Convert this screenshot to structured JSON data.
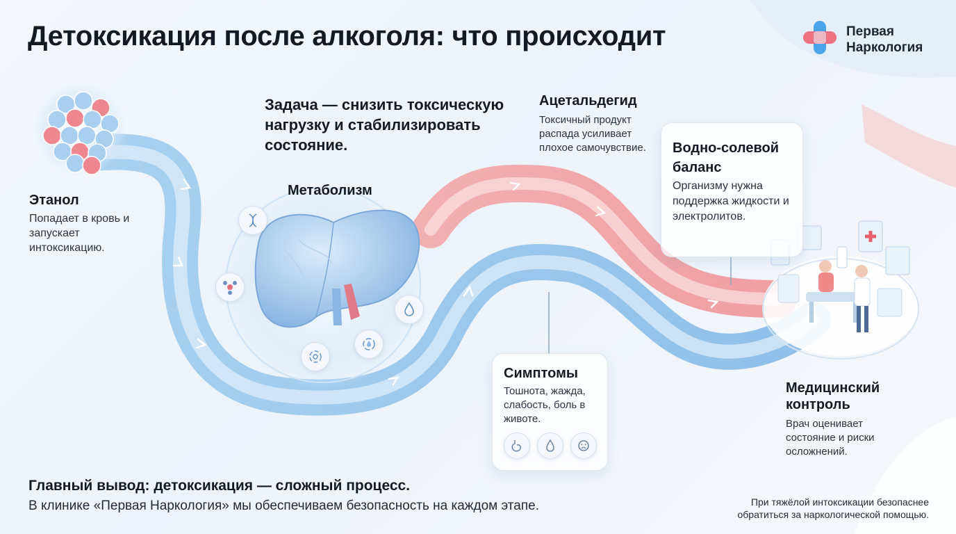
{
  "title": "Детоксикация после алкоголя: что происходит",
  "logo": {
    "line1": "Первая",
    "line2": "Наркология",
    "colors": {
      "blue": "#3b9be8",
      "red": "#ef5a6a"
    }
  },
  "task": {
    "text": "Задача — снизить токсическую нагрузку и стабилизировать состояние."
  },
  "stages": {
    "ethanol": {
      "title": "Этанол",
      "text": "Попадает в кровь и запускает интоксикацию."
    },
    "metabolism": {
      "title": "Метаболизм"
    },
    "acetaldehyde": {
      "title": "Ацетальдегид",
      "text": "Токсичный продукт распада усиливает плохое самочувствие."
    },
    "water_salt": {
      "title": "Водно-солевой баланс",
      "text": "Организму нужна поддержка жидкости и электролитов."
    },
    "symptoms": {
      "title": "Симптомы",
      "text": "Тошнота, жажда, слабость, боль в животе.",
      "icons": [
        "stomach-icon",
        "drop-icon",
        "face-icon"
      ]
    },
    "medical": {
      "title": "Медицинский контроль",
      "text": "Врач оценивает состояние и риски осложнений."
    }
  },
  "footer": {
    "conclusion": "Главный вывод: детоксикация — сложный процесс.",
    "clinic": "В клинике «Первая Наркология» мы обеспечиваем безопасность на каждом этапе.",
    "note": "При тяжёлой интоксикации безопаснее обратиться за наркологической помощью."
  },
  "colors": {
    "blue_path": "#8fc1ea",
    "red_path": "#f0a0a4",
    "liver": "#9cc3e8",
    "accent_red": "#e65f6a"
  }
}
